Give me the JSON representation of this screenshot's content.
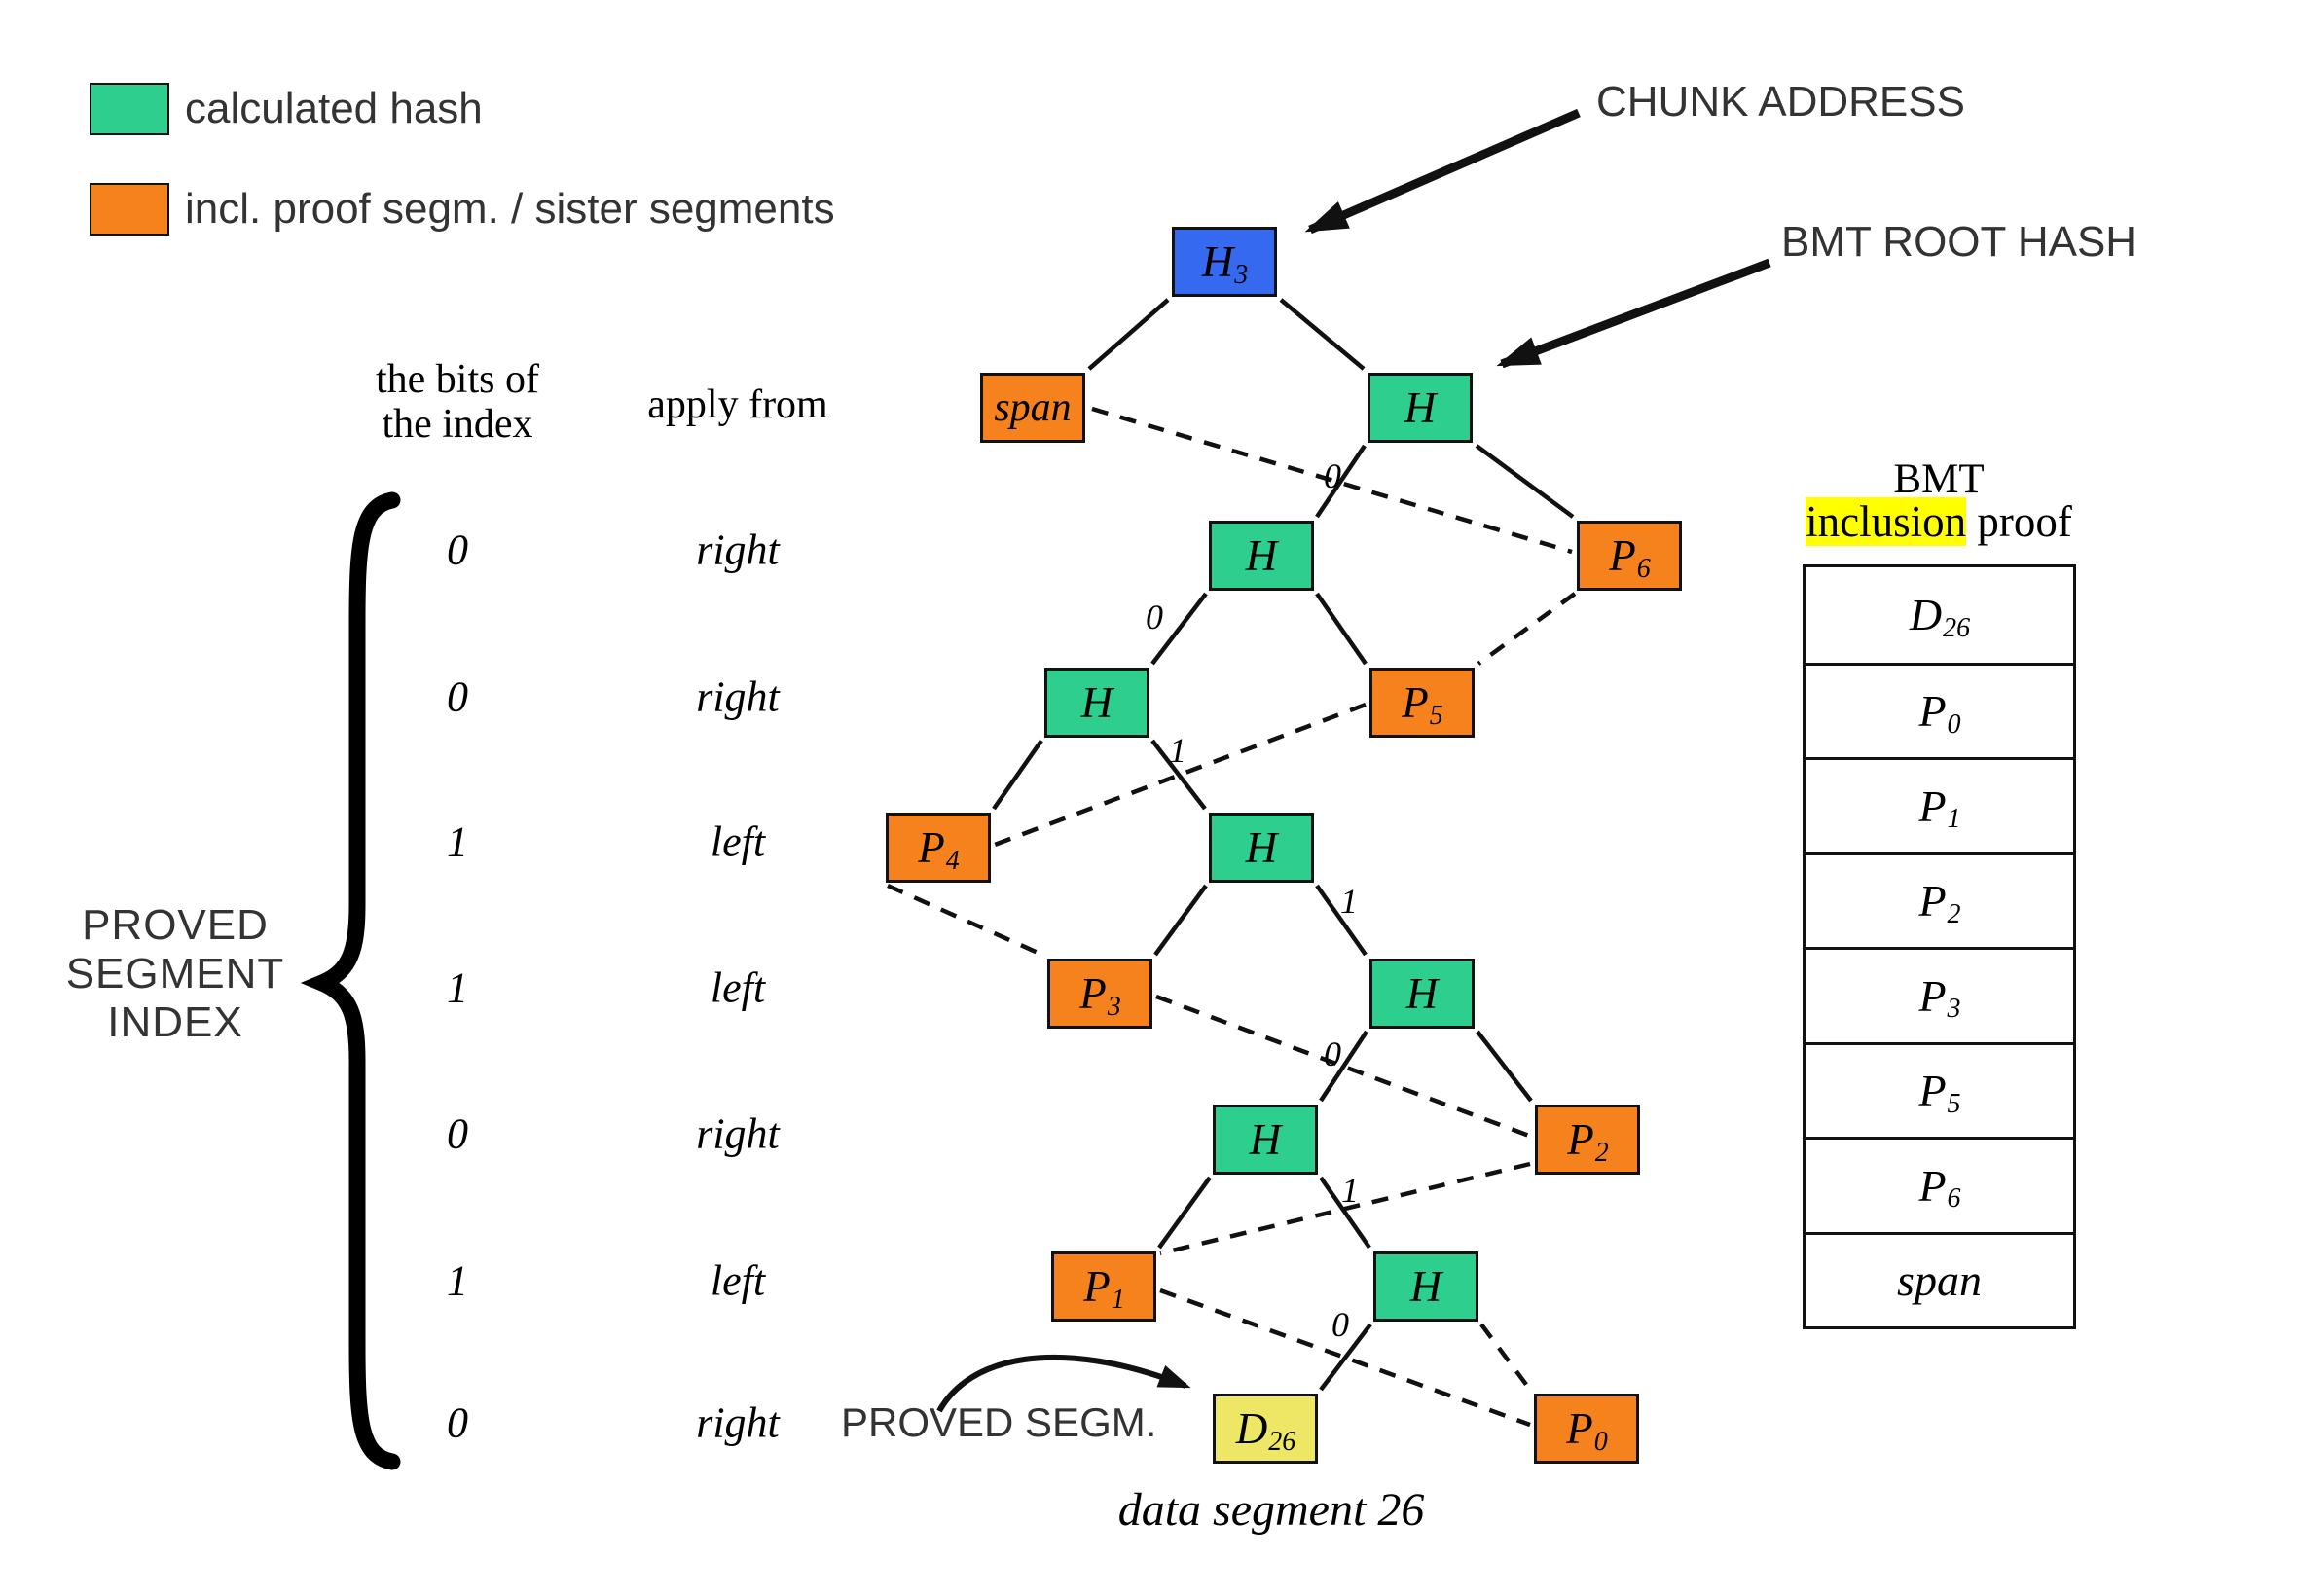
{
  "legend": {
    "items": [
      {
        "label": "calculated hash",
        "swatch": "calculated"
      },
      {
        "label": "incl. proof segm. / sister segments",
        "swatch": "proof"
      }
    ]
  },
  "callouts": {
    "chunk_address": "CHUNK ADDRESS",
    "bmt_root_hash": "BMT ROOT HASH",
    "proved_segment": "PROVED SEGM.",
    "proved_segment_index": [
      "PROVED",
      "SEGMENT",
      "INDEX"
    ],
    "caption": "data segment 26"
  },
  "index_columns": {
    "bits_header": [
      "the bits of",
      "the index"
    ],
    "apply_header": "apply from",
    "rows": [
      {
        "bit": "0",
        "apply": "right"
      },
      {
        "bit": "0",
        "apply": "right"
      },
      {
        "bit": "1",
        "apply": "left"
      },
      {
        "bit": "1",
        "apply": "left"
      },
      {
        "bit": "0",
        "apply": "right"
      },
      {
        "bit": "1",
        "apply": "left"
      },
      {
        "bit": "0",
        "apply": "right"
      }
    ]
  },
  "tree": {
    "nodes": [
      {
        "id": "h3",
        "base": "H",
        "sub": "3",
        "kind": "address"
      },
      {
        "id": "span",
        "base": "span",
        "sub": "",
        "kind": "proof"
      },
      {
        "id": "hroot",
        "base": "H",
        "sub": "",
        "kind": "calculated"
      },
      {
        "id": "ha",
        "base": "H",
        "sub": "",
        "kind": "calculated"
      },
      {
        "id": "p6",
        "base": "P",
        "sub": "6",
        "kind": "proof"
      },
      {
        "id": "hb",
        "base": "H",
        "sub": "",
        "kind": "calculated"
      },
      {
        "id": "p5",
        "base": "P",
        "sub": "5",
        "kind": "proof"
      },
      {
        "id": "p4",
        "base": "P",
        "sub": "4",
        "kind": "proof"
      },
      {
        "id": "hc",
        "base": "H",
        "sub": "",
        "kind": "calculated"
      },
      {
        "id": "p3",
        "base": "P",
        "sub": "3",
        "kind": "proof"
      },
      {
        "id": "hd",
        "base": "H",
        "sub": "",
        "kind": "calculated"
      },
      {
        "id": "he",
        "base": "H",
        "sub": "",
        "kind": "calculated"
      },
      {
        "id": "p2",
        "base": "P",
        "sub": "2",
        "kind": "proof"
      },
      {
        "id": "p1",
        "base": "P",
        "sub": "1",
        "kind": "proof"
      },
      {
        "id": "hf",
        "base": "H",
        "sub": "",
        "kind": "calculated"
      },
      {
        "id": "d26",
        "base": "D",
        "sub": "26",
        "kind": "data"
      },
      {
        "id": "p0",
        "base": "P",
        "sub": "0",
        "kind": "proof"
      }
    ],
    "edge_bits": [
      "0",
      "0",
      "1",
      "1",
      "0",
      "1",
      "0"
    ]
  },
  "proof_list": {
    "title": "BMT",
    "subtitle_highlight": "inclusion",
    "subtitle_rest": " proof",
    "rows": [
      {
        "base": "D",
        "sub": "26"
      },
      {
        "base": "P",
        "sub": "0"
      },
      {
        "base": "P",
        "sub": "1"
      },
      {
        "base": "P",
        "sub": "2"
      },
      {
        "base": "P",
        "sub": "3"
      },
      {
        "base": "P",
        "sub": "5"
      },
      {
        "base": "P",
        "sub": "6"
      },
      {
        "base": "span",
        "sub": ""
      }
    ]
  },
  "colors": {
    "calculated": "#2DCE8E",
    "proof": "#F6821E",
    "address": "#3569EF",
    "data": "#EDE765",
    "highlight": "#FFFF00",
    "line": "#111111",
    "text_sans": "#333333"
  }
}
